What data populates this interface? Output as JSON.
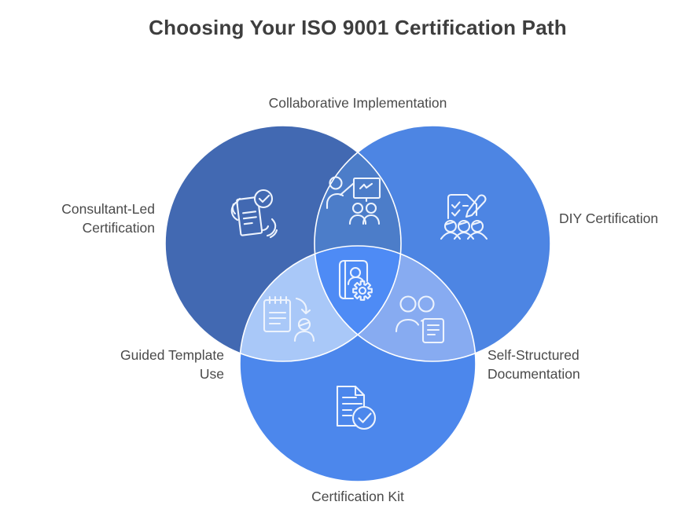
{
  "title": "Choosing Your ISO 9001 Certification Path",
  "colors": {
    "background": "#ffffff",
    "title_text": "#3e3e3e",
    "label_text": "#4a4a4a",
    "region_outline": "#ffffff",
    "icon_stroke": "#edf3fd"
  },
  "venn": {
    "sets": [
      {
        "label": "Consultant-Led Certification",
        "color": "#4269b2",
        "icon": "document-in-hands-check-icon"
      },
      {
        "label": "DIY Certification",
        "color": "#4d85e3",
        "icon": "checklist-pencil-team-icon"
      },
      {
        "label": "Certification Kit",
        "color": "#4c87ec",
        "icon": "document-check-icon"
      }
    ],
    "intersections": [
      {
        "between": [
          "Consultant-Led Certification",
          "DIY Certification"
        ],
        "label": "Collaborative Implementation",
        "color": "#4c7dc9",
        "icon": "presenter-whiteboard-audience-icon"
      },
      {
        "between": [
          "Consultant-Led Certification",
          "Certification Kit"
        ],
        "label": "Guided Template Use",
        "color": "#a9c8f8",
        "icon": "notepad-arrow-person-icon"
      },
      {
        "between": [
          "DIY Certification",
          "Certification Kit"
        ],
        "label": "Self-Structured Documentation",
        "color": "#87abf1",
        "icon": "people-document-icon"
      },
      {
        "between": [
          "Consultant-Led Certification",
          "DIY Certification",
          "Certification Kit"
        ],
        "color": "#4e8bf5",
        "icon": "profile-book-gear-icon"
      }
    ]
  }
}
